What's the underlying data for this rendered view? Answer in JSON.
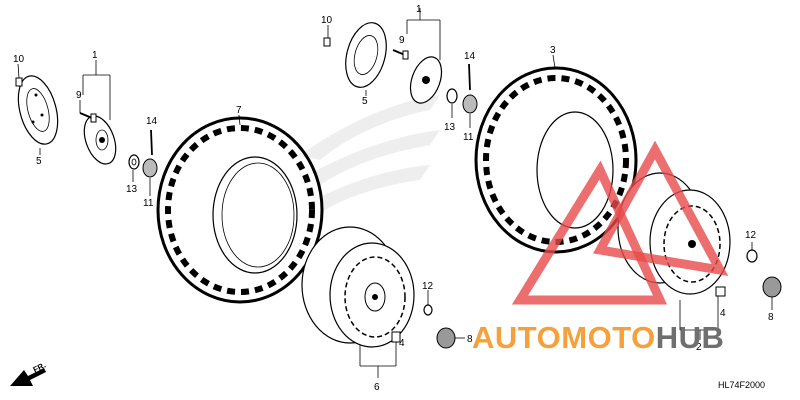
{
  "diagram": {
    "code": "HL74F2000",
    "front_marker": "FR.",
    "callouts": [
      {
        "id": "c-10a",
        "text": "10"
      },
      {
        "id": "c-1a",
        "text": "1"
      },
      {
        "id": "c-9a",
        "text": "9"
      },
      {
        "id": "c-5a",
        "text": "5"
      },
      {
        "id": "c-14a",
        "text": "14"
      },
      {
        "id": "c-13a",
        "text": "13"
      },
      {
        "id": "c-11a",
        "text": "11"
      },
      {
        "id": "c-7",
        "text": "7"
      },
      {
        "id": "c-10b",
        "text": "10"
      },
      {
        "id": "c-1b",
        "text": "1"
      },
      {
        "id": "c-9b",
        "text": "9"
      },
      {
        "id": "c-5b",
        "text": "5"
      },
      {
        "id": "c-14b",
        "text": "14"
      },
      {
        "id": "c-13b",
        "text": "13"
      },
      {
        "id": "c-11b",
        "text": "11"
      },
      {
        "id": "c-3",
        "text": "3"
      },
      {
        "id": "c-12a",
        "text": "12"
      },
      {
        "id": "c-8a",
        "text": "8"
      },
      {
        "id": "c-4a",
        "text": "4"
      },
      {
        "id": "c-6",
        "text": "6"
      },
      {
        "id": "c-12b",
        "text": "12"
      },
      {
        "id": "c-8b",
        "text": "8"
      },
      {
        "id": "c-4b",
        "text": "4"
      },
      {
        "id": "c-2",
        "text": "2"
      }
    ]
  },
  "watermark": {
    "part1": "AUTO",
    "part2": "MOTO",
    "part3": "HUB",
    "color_red": "#e84a4a",
    "color_orange": "#f5a03a",
    "color_gray": "#6f6f6f"
  }
}
